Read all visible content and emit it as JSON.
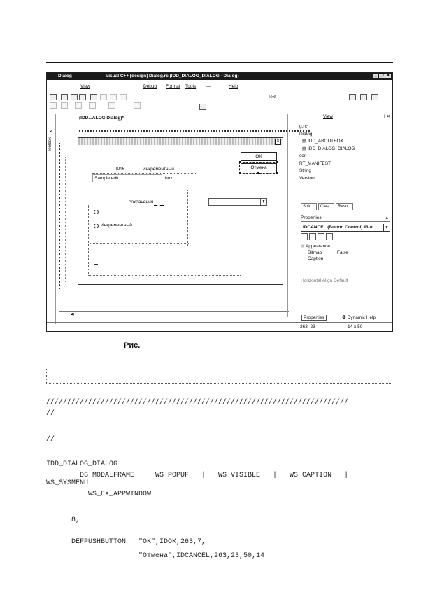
{
  "screenshot": {
    "title_left": "Dialog",
    "title_right": "Visual C++ [design] Dialog.rc (IDD_DIALOG_DIALOG - Dialog)",
    "menu": [
      "View",
      "Debug",
      "Format",
      "Tools",
      "—",
      "Help"
    ],
    "toolbar_text_label": "Text",
    "editor_tab": "(IDD...ALOG   Dialog)*",
    "toolbox_label": "Toolbox",
    "dialog": {
      "ok_button": "OK",
      "cancel_button": "Отмена",
      "label_field": "поле",
      "label_incremental": "Инкрементный",
      "edit_value": "Sample edit",
      "box_label": "box",
      "save_label": "сохранения",
      "radio2_label": "Инкрементный"
    },
    "resource_view": {
      "title": "View",
      "items": [
        "g.rc*",
        "Dialog",
        "IDD_ABOUTBOX",
        "IDD_DIALOG_DIALOG",
        "con",
        "RT_MANIFEST",
        "String",
        "Version"
      ]
    },
    "panel_tabs": [
      "Solu...",
      "Clas...",
      "Reso..."
    ],
    "properties": {
      "title": "Properties",
      "selected": "IDCANCEL (Button Control)  IBut",
      "section": "Appearance",
      "rows": [
        {
          "key": "Bitmap",
          "value": "False"
        },
        {
          "key": "Caption",
          "value": ""
        }
      ],
      "footer": "Horizontal Align  Default"
    },
    "bottom_tabs": [
      "Properties",
      "Dynamic Help"
    ],
    "status_pos": "263, 23",
    "status_size": "14 x 50"
  },
  "caption": "Рис.",
  "code": {
    "line1": "////////////////////////////////////////////////////////////////////////",
    "line2": "//",
    "line3": "//",
    "line4": "IDD_DIALOG_DIALOG",
    "line5": "        DS_MODALFRAME     WS_POPUF   |   WS_VISIBLE   |   WS_CAPTION   |",
    "line6": "WS_SYSMENU",
    "line7": "          WS_EX_APPWINDOW",
    "line8": "      8,",
    "line9": "      DEFPUSHBUTTON   \"OK\",IDOK,263,7,",
    "line10": "                      \"Отмена\",IDCANCEL,263,23,50,14"
  }
}
